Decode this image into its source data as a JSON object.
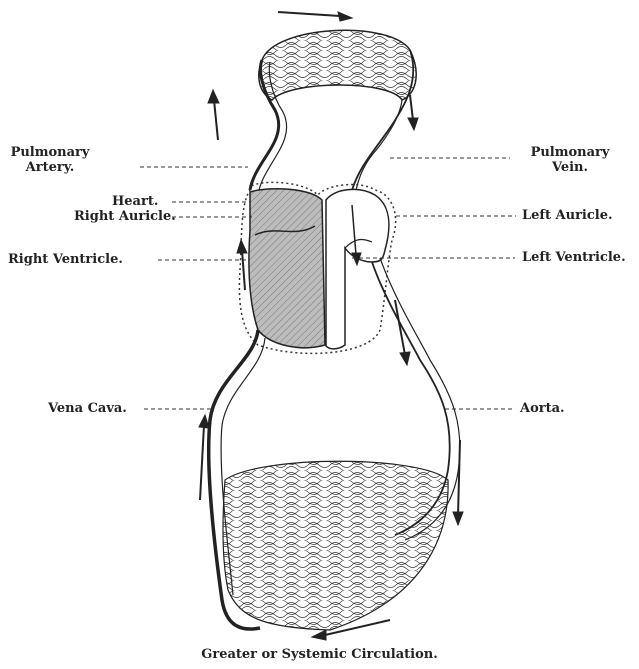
{
  "labels": {
    "pulmonary_artery": [
      "Pulmonary",
      "Artery."
    ],
    "pulmonary_vein": [
      "Pulmonary",
      "Vein."
    ],
    "heart": "Heart.",
    "right_auricle": "Right Auricle.",
    "left_auricle": "Left Auricle.",
    "right_ventricle": "Right Ventricle.",
    "left_ventricle": "Left Ventricle.",
    "vena_cava": "Vena Cava.",
    "aorta": "Aorta."
  },
  "caption": "Greater or Systemic Circulation.",
  "colors": {
    "ink": "#222222",
    "right_heart_fill": "#b5b5b5"
  }
}
